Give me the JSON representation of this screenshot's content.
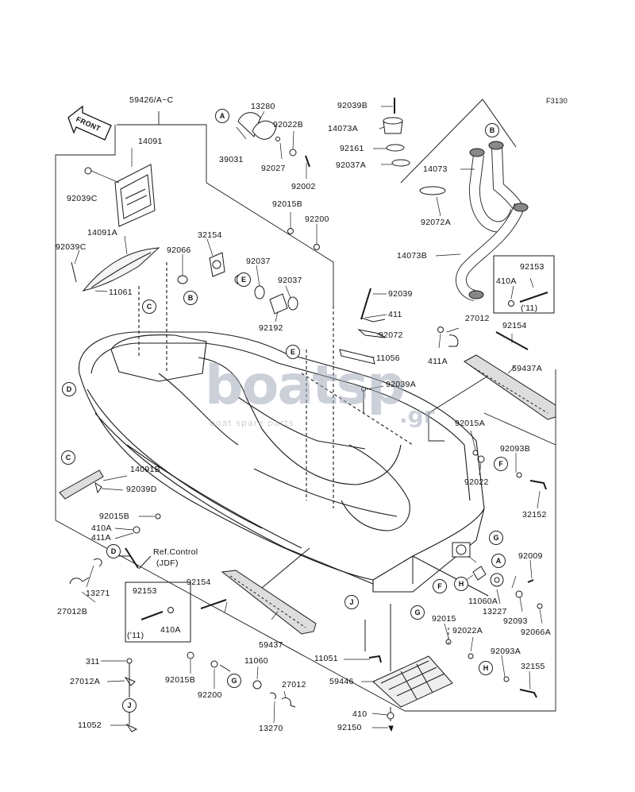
{
  "figure_code": "F3130",
  "front_label": "FRONT",
  "watermark": {
    "main": "boatsp",
    "suffix": ".gr",
    "tagline": "boat spare parts"
  },
  "callouts": {
    "A": "A",
    "B": "B",
    "C": "C",
    "D": "D",
    "E": "E",
    "F": "F",
    "G": "G",
    "H": "H",
    "J": "J"
  },
  "parts": {
    "p59426": "59426/A~C",
    "p14091": "14091",
    "p92039C_top": "92039C",
    "p14091A": "14091A",
    "p92039C_left": "92039C",
    "p11061": "11061",
    "p92066": "92066",
    "p32154": "32154",
    "p13280": "13280",
    "p39031": "39031",
    "p92027": "92027",
    "p92022B": "92022B",
    "p92002": "92002",
    "p92015B_top": "92015B",
    "p92200_top": "92200",
    "p92037_a": "92037",
    "p92037_b": "92037",
    "p92192": "92192",
    "p92039B": "92039B",
    "p14073A": "14073A",
    "p92161": "92161",
    "p92037A": "92037A",
    "p14073": "14073",
    "p92072A": "92072A",
    "p14073B": "14073B",
    "p92153_top": "92153",
    "p410A_top": "410A",
    "p11_top": "('11)",
    "p92039": "92039",
    "p411": "411",
    "p92072": "92072",
    "p11056": "11056",
    "p27012_top": "27012",
    "p411A_top": "411A",
    "p92154_top": "92154",
    "p59437A": "59437A",
    "p92039A": "92039A",
    "p92015A": "92015A",
    "p92093B": "92093B",
    "p92022": "92022",
    "p32152": "32152",
    "p14091B": "14091B",
    "p92039D": "92039D",
    "p92015B_left": "92015B",
    "p410A_left": "410A",
    "p411A_left": "411A",
    "p_ref_control": "Ref.Control",
    "p_jdf": "(JDF)",
    "p13271": "13271",
    "p27012B": "27012B",
    "p92153_box": "92153",
    "p11_box": "('11)",
    "p410A_box": "410A",
    "p92154_mid": "92154",
    "p59437": "59437",
    "p92009": "92009",
    "p11060A": "11060A",
    "p13227": "13227",
    "p92093": "92093",
    "p92066A": "92066A",
    "p92015_r": "92015",
    "p92022A": "92022A",
    "p92093A": "92093A",
    "p32155": "32155",
    "p311": "311",
    "p27012A": "27012A",
    "p11052": "11052",
    "p92015B_bot": "92015B",
    "p92200_bot": "92200",
    "p11060": "11060",
    "p27012_bot": "27012",
    "p13270": "13270",
    "p11051": "11051",
    "p59446": "59446",
    "p410": "410",
    "p92150": "92150"
  }
}
